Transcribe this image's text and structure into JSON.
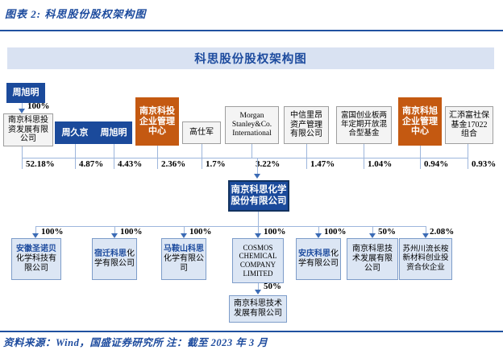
{
  "figure": {
    "caption": "图表 2: 科思股份股权架构图",
    "source": "资料来源：Wind，国盛证券研究所 注：截至 2023 年 3 月"
  },
  "banner": {
    "title": "科思股份股权架构图"
  },
  "founder": {
    "name": "周旭明",
    "pct": "100%"
  },
  "holding": {
    "name": "南京科思投资发展有限公司",
    "pct": "52.18%"
  },
  "shareholders": [
    {
      "name": "周久京",
      "pct": "4.87%"
    },
    {
      "name": "周旭明",
      "pct": "4.43%"
    },
    {
      "name": "南京科投企业管理中心",
      "pct": "2.36%"
    },
    {
      "name": "高仕军",
      "pct": "1.7%"
    },
    {
      "name": "Morgan Stanley&Co. International",
      "pct": "3.22%"
    },
    {
      "name": "中信里昂资产管理有限公司",
      "pct": "1.47%"
    },
    {
      "name": "富国创业板两年定期开放混合型基金",
      "pct": "1.04%"
    },
    {
      "name": "南京科旭企业管理中心",
      "pct": "0.94%"
    },
    {
      "name": "汇添富社保基金17022组合",
      "pct": "0.93%"
    }
  ],
  "company": {
    "name": "南京科思化学股份有限公司"
  },
  "subsidiaries": [
    {
      "prefix": "安徽圣诺贝",
      "rest": "化学科技有限公司",
      "pct": "100%"
    },
    {
      "prefix": "宿迁科思",
      "rest": "化学有限公司",
      "pct": "100%"
    },
    {
      "prefix": "马鞍山科思",
      "rest": "化学有限公司",
      "pct": "100%"
    },
    {
      "prefix": "",
      "rest": "COSMOS CHEMICAL COMPANY LIMITED",
      "pct": "100%"
    },
    {
      "prefix": "安庆科思",
      "rest": "化学有限公司",
      "pct": "100%"
    },
    {
      "prefix": "",
      "rest": "南京科思技术发展有限公司",
      "pct": "50%"
    },
    {
      "prefix": "",
      "rest": "苏州川流长桉新材料创业投资合伙企业",
      "pct": "2.08%"
    }
  ],
  "cosmos_child": {
    "name": "南京科思技术发展有限公司",
    "pct": "50%"
  },
  "colors": {
    "primary_blue": "#1b4a9b",
    "orange": "#c45911",
    "banner_fill": "#d9e2f2",
    "subsidiary_fill": "#dce6f4",
    "line_blue": "#9db6dc",
    "accent_text": "#1d4b9e"
  }
}
